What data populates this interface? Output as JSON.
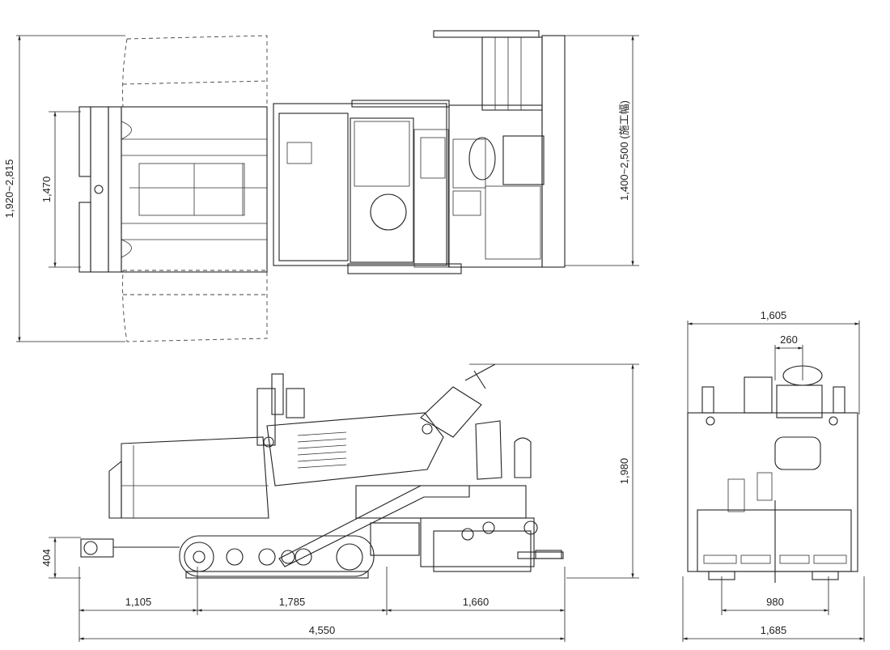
{
  "dimensions": {
    "top_view": {
      "overall_width": "1,920~2,815",
      "hopper_width": "1,470",
      "paving_width": "1,400~2,500 (施工幅)"
    },
    "side_view": {
      "height": "1,980",
      "hopper_height": "404",
      "front_length": "1,105",
      "track_length": "1,785",
      "rear_length": "1,660",
      "overall_length": "4,550"
    },
    "rear_view": {
      "top_width": "1,605",
      "steering_offset": "260",
      "track_gauge": "980",
      "overall_width": "1,685"
    }
  }
}
